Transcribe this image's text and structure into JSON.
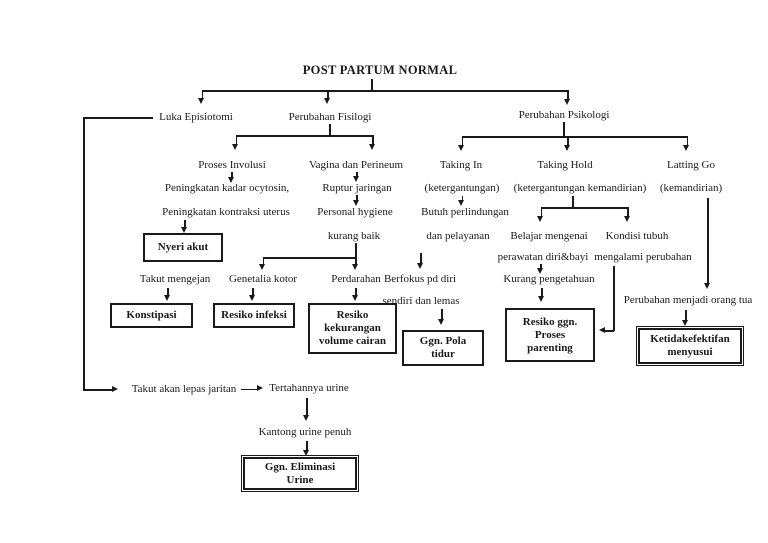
{
  "title": "POST PARTUM NORMAL",
  "branches": {
    "luka_episiotomi": "Luka Episiotomi",
    "perubahan_fisilogi": "Perubahan Fisilogi",
    "perubahan_psikologi": "Perubahan Psikologi"
  },
  "involusi": {
    "proses_involusi": "Proses Involusi",
    "kadar_ocytosin": "Peningkatan kadar ocytosin,",
    "kontraksi_uterus": "Peningkatan kontraksi uterus",
    "nyeri_akut": "Nyeri akut",
    "takut_mengejan": "Takut mengejan",
    "konstipasi": "Konstipasi"
  },
  "vagina": {
    "vagina_perineum": "Vagina dan Perineum",
    "ruptur_jaringan": "Ruptur jaringan",
    "personal_hygiene": "Personal hygiene",
    "kurang_baik": "kurang baik",
    "genetalia_kotor": "Genetalia kotor",
    "resiko_infeksi": "Resiko infeksi",
    "perdarahan": "Perdarahan",
    "resiko_kekurangan": [
      "Resiko",
      "kekurangan",
      "volume cairan"
    ]
  },
  "taking_in": {
    "label": "Taking In",
    "sub": "(ketergantungan)",
    "butuh_1": "Butuh perlindungan",
    "butuh_2": "dan pelayanan",
    "berfokus_1": "Berfokus pd diri",
    "berfokus_2": "sendiri dan lemas",
    "ggn_pola_tidur": [
      "Ggn. Pola",
      "tidur"
    ]
  },
  "taking_hold": {
    "label": "Taking Hold",
    "sub": "(ketergantungan kemandirian)",
    "belajar_1": "Belajar mengenai",
    "belajar_2": "perawatan diri&bayi",
    "kurang_pengetahuan": "Kurang pengetahuan",
    "resiko_ggn": [
      "Resiko ggn.",
      "Proses",
      "parenting"
    ],
    "kondisi_1": "Kondisi tubuh",
    "kondisi_2": "mengalami perubahan"
  },
  "latting_go": {
    "label": "Latting Go",
    "sub": "(kemandirian)",
    "perubahan_ortu": "Perubahan menjadi orang tua",
    "ketidakefektifan": [
      "Ketidakefektifan",
      "menyusui"
    ]
  },
  "urine_path": {
    "takut_lepas": "Takut akan lepas jaritan",
    "tertahannya": "Tertahannya urine",
    "kantong": "Kantong urine penuh",
    "ggn_eliminasi": [
      "Ggn. Eliminasi",
      "Urine"
    ]
  }
}
